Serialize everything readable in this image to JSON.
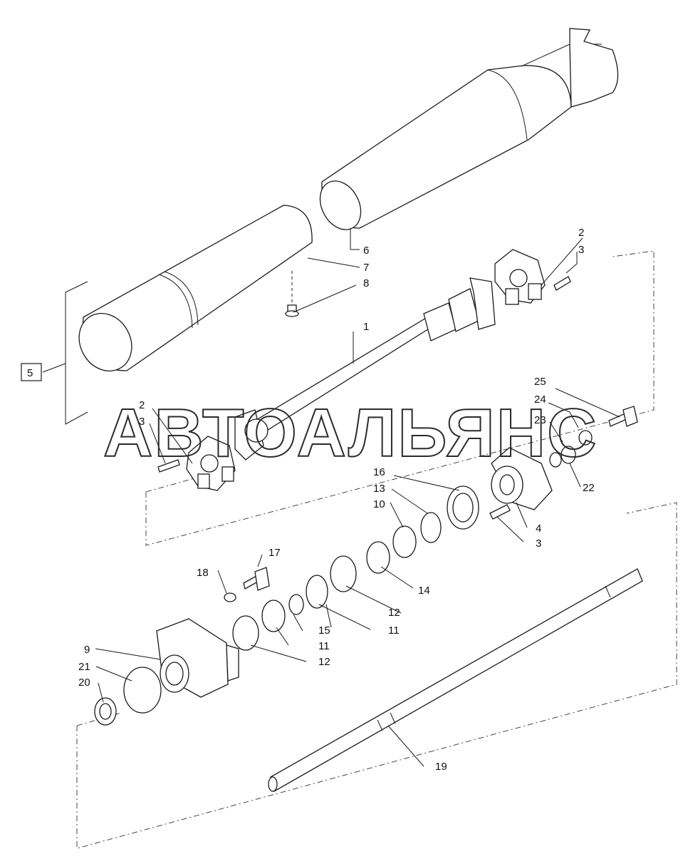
{
  "watermark": "АВТОАЛЬЯНС",
  "callouts": {
    "c1": "1",
    "c2a": "2",
    "c2b": "2",
    "c3a": "3",
    "c3b": "3",
    "c3c": "3",
    "c4": "4",
    "c5": "5",
    "c6": "6",
    "c7": "7",
    "c8": "8",
    "c9": "9",
    "c10": "10",
    "c11a": "11",
    "c11b": "11",
    "c12a": "12",
    "c12b": "12",
    "c13": "13",
    "c14": "14",
    "c15": "15",
    "c16": "16",
    "c17": "17",
    "c18": "18",
    "c19": "19",
    "c20": "20",
    "c21": "21",
    "c22": "22",
    "c23": "23",
    "c24": "24",
    "c25": "25"
  }
}
